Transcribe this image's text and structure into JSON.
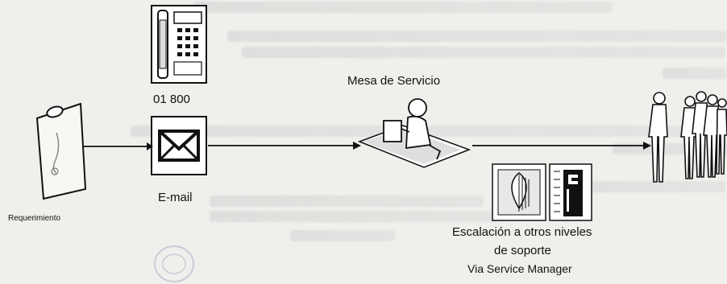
{
  "labels": {
    "mesa": "Mesa de Servicio",
    "phone_number": "01 800",
    "email": "E-mail",
    "requerimiento": "Requerimiento",
    "escalacion_line1": "Escalación a otros niveles",
    "escalacion_line2": "de soporte",
    "via": "Via Service Manager"
  },
  "icons": [
    "telephone-icon",
    "envelope-icon",
    "clipboard-icon",
    "service-desk-agent-icon",
    "server-cabinet-icon",
    "server-rack-icon",
    "users-group-icon",
    "watermark-seal"
  ],
  "colors": {
    "background": "#efefec",
    "line": "#111111"
  }
}
